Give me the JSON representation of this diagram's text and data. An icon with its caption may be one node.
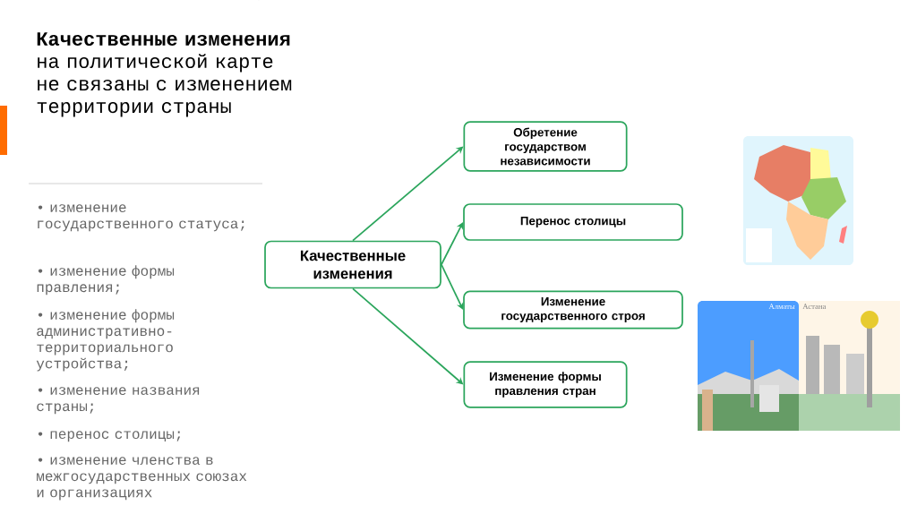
{
  "diagram": {
    "title": "**Качественные изменения** на политической карте  не связаны с изменением территории страны",
    "nodes": [
      {
        "text": [
          "Качественные изменения"
        ]
      },
      {
        "text": [
          "Обретение государством независимости"
        ]
      },
      {
        "text": [
          "Перенос столицы"
        ]
      },
      {
        "text": [
          "Изменение государственного строя"
        ]
      },
      {
        "text": [
          "Изменение формы правления стран"
        ]
      }
    ],
    "edges": [
      {
        "from": 0,
        "to": 1,
        "arrow": "to"
      },
      {
        "from": 0,
        "to": 2,
        "arrow": "to"
      },
      {
        "from": 0,
        "to": 3,
        "arrow": "to"
      },
      {
        "from": 0,
        "to": 4,
        "arrow": "to"
      }
    ],
    "labels": [
      "• изменение государственного статуса;",
      "• изменение формы правления;",
      "• изменение формы административно-территориального устройства;",
      "• изменение названия страны;",
      "• перенос столицы;",
      "• изменение членства в  межгосударственных союзах и организациях",
      "Алматы",
      "Астана"
    ]
  }
}
